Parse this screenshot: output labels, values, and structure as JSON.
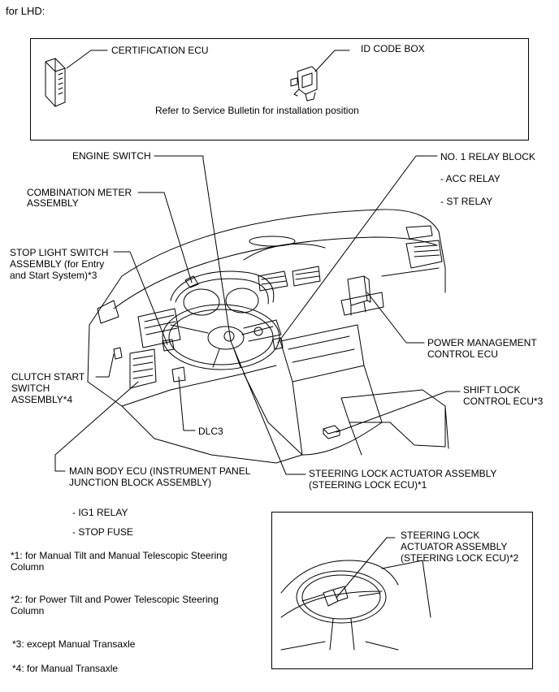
{
  "header": {
    "title": "for LHD:"
  },
  "top_box": {
    "certification_ecu": "CERTIFICATION ECU",
    "id_code_box": "ID CODE BOX",
    "note": "Refer to Service Bulletin for installation position"
  },
  "labels": {
    "engine_switch": "ENGINE SWITCH",
    "combination_meter_1": "COMBINATION METER",
    "combination_meter_2": "ASSEMBLY",
    "stop_light_1": "STOP LIGHT SWITCH",
    "stop_light_2": "ASSEMBLY (for Entry",
    "stop_light_3": "and Start System)*3",
    "clutch_start_1": "CLUTCH START",
    "clutch_start_2": "SWITCH",
    "clutch_start_3": "ASSEMBLY*4",
    "dlc3": "DLC3",
    "main_body_1": "MAIN BODY ECU (INSTRUMENT PANEL",
    "main_body_2": "JUNCTION BLOCK ASSEMBLY)",
    "ig1_relay": "- IG1 RELAY",
    "stop_fuse": "- STOP FUSE",
    "no1_relay_block": "NO. 1 RELAY BLOCK",
    "acc_relay": "- ACC RELAY",
    "st_relay": "- ST RELAY",
    "power_mgmt_1": "POWER MANAGEMENT",
    "power_mgmt_2": "CONTROL ECU",
    "shift_lock_1": "SHIFT LOCK",
    "shift_lock_2": "CONTROL ECU*3",
    "steering_lock_1": "STEERING LOCK ACTUATOR ASSEMBLY",
    "steering_lock_2": "(STEERING LOCK ECU)*1"
  },
  "footnotes": {
    "n1_a": "*1: for Manual Tilt and Manual Telescopic Steering",
    "n1_b": "Column",
    "n2_a": "*2: for Power Tilt and Power Telescopic Steering",
    "n2_b": "Column",
    "n3": "*3: except Manual Transaxle",
    "n4": "*4: for Manual Transaxle"
  },
  "inset": {
    "label_1": "STEERING LOCK",
    "label_2": "ACTUATOR ASSEMBLY",
    "label_3": "(STEERING LOCK ECU)*2"
  }
}
